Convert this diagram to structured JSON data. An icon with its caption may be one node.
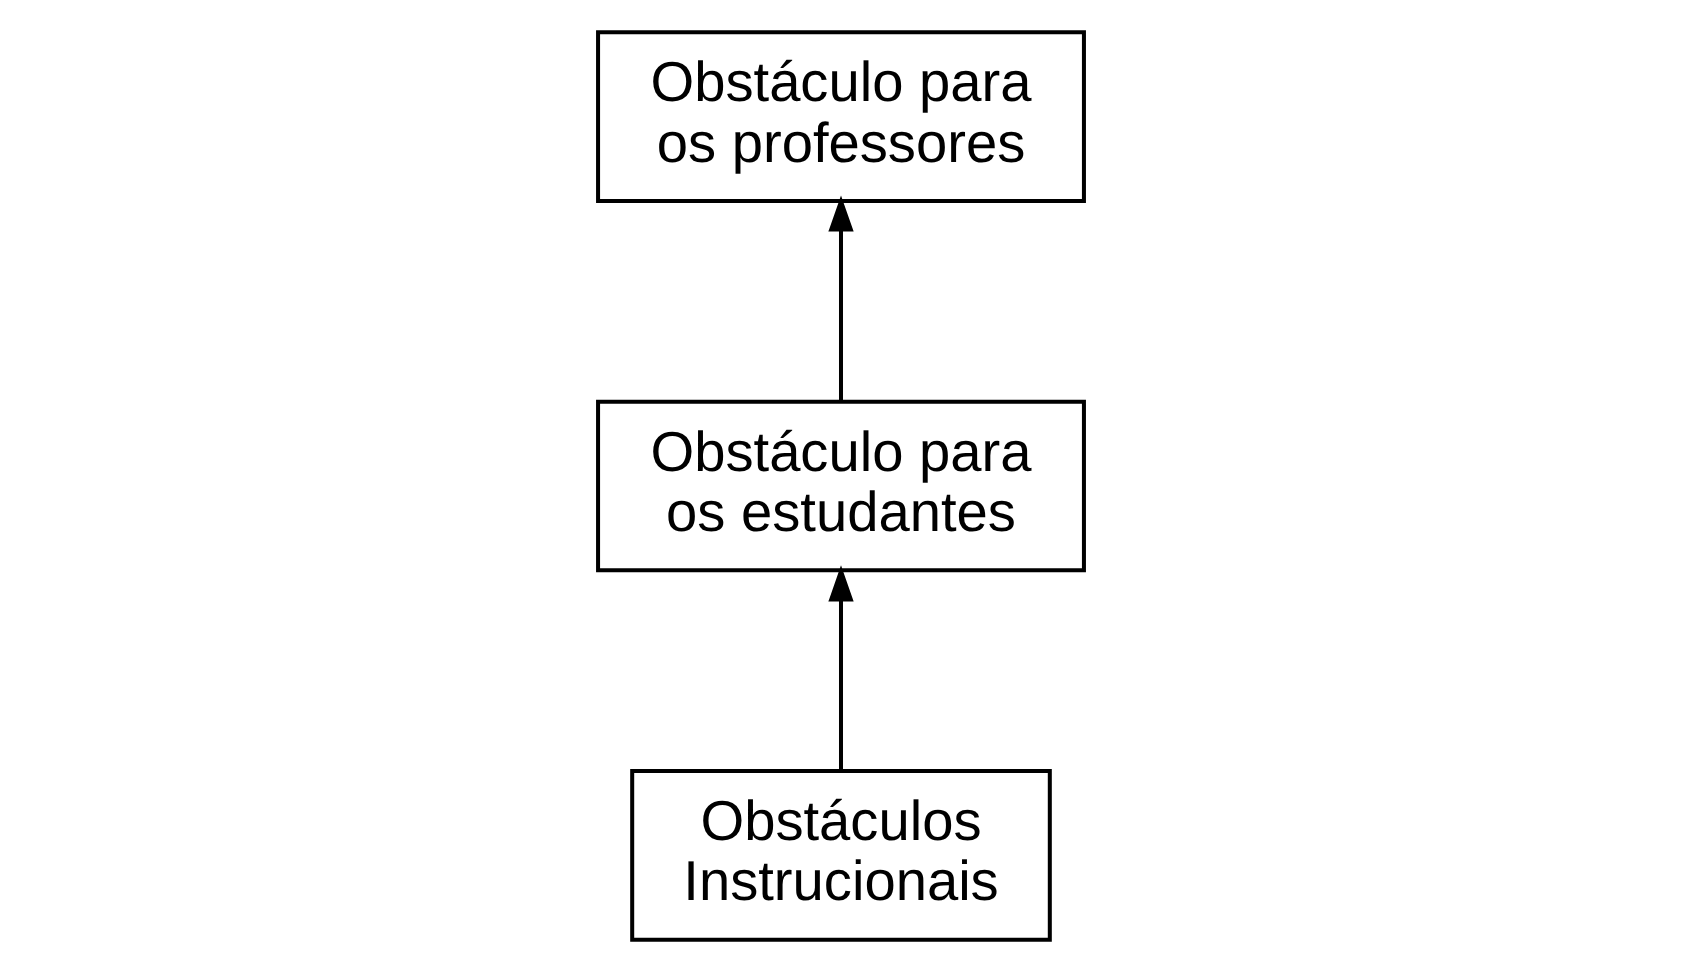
{
  "diagram": {
    "nodes": [
      {
        "text": [
          "Obstáculos Instrucionais"
        ]
      },
      {
        "text": [
          "Obstáculo para os estudantes"
        ]
      },
      {
        "text": [
          "Obstáculo para os professores"
        ]
      }
    ],
    "edges": [
      {
        "from": 0,
        "to": 1,
        "arrow": "to"
      },
      {
        "from": 1,
        "to": 2,
        "arrow": "to"
      }
    ]
  }
}
